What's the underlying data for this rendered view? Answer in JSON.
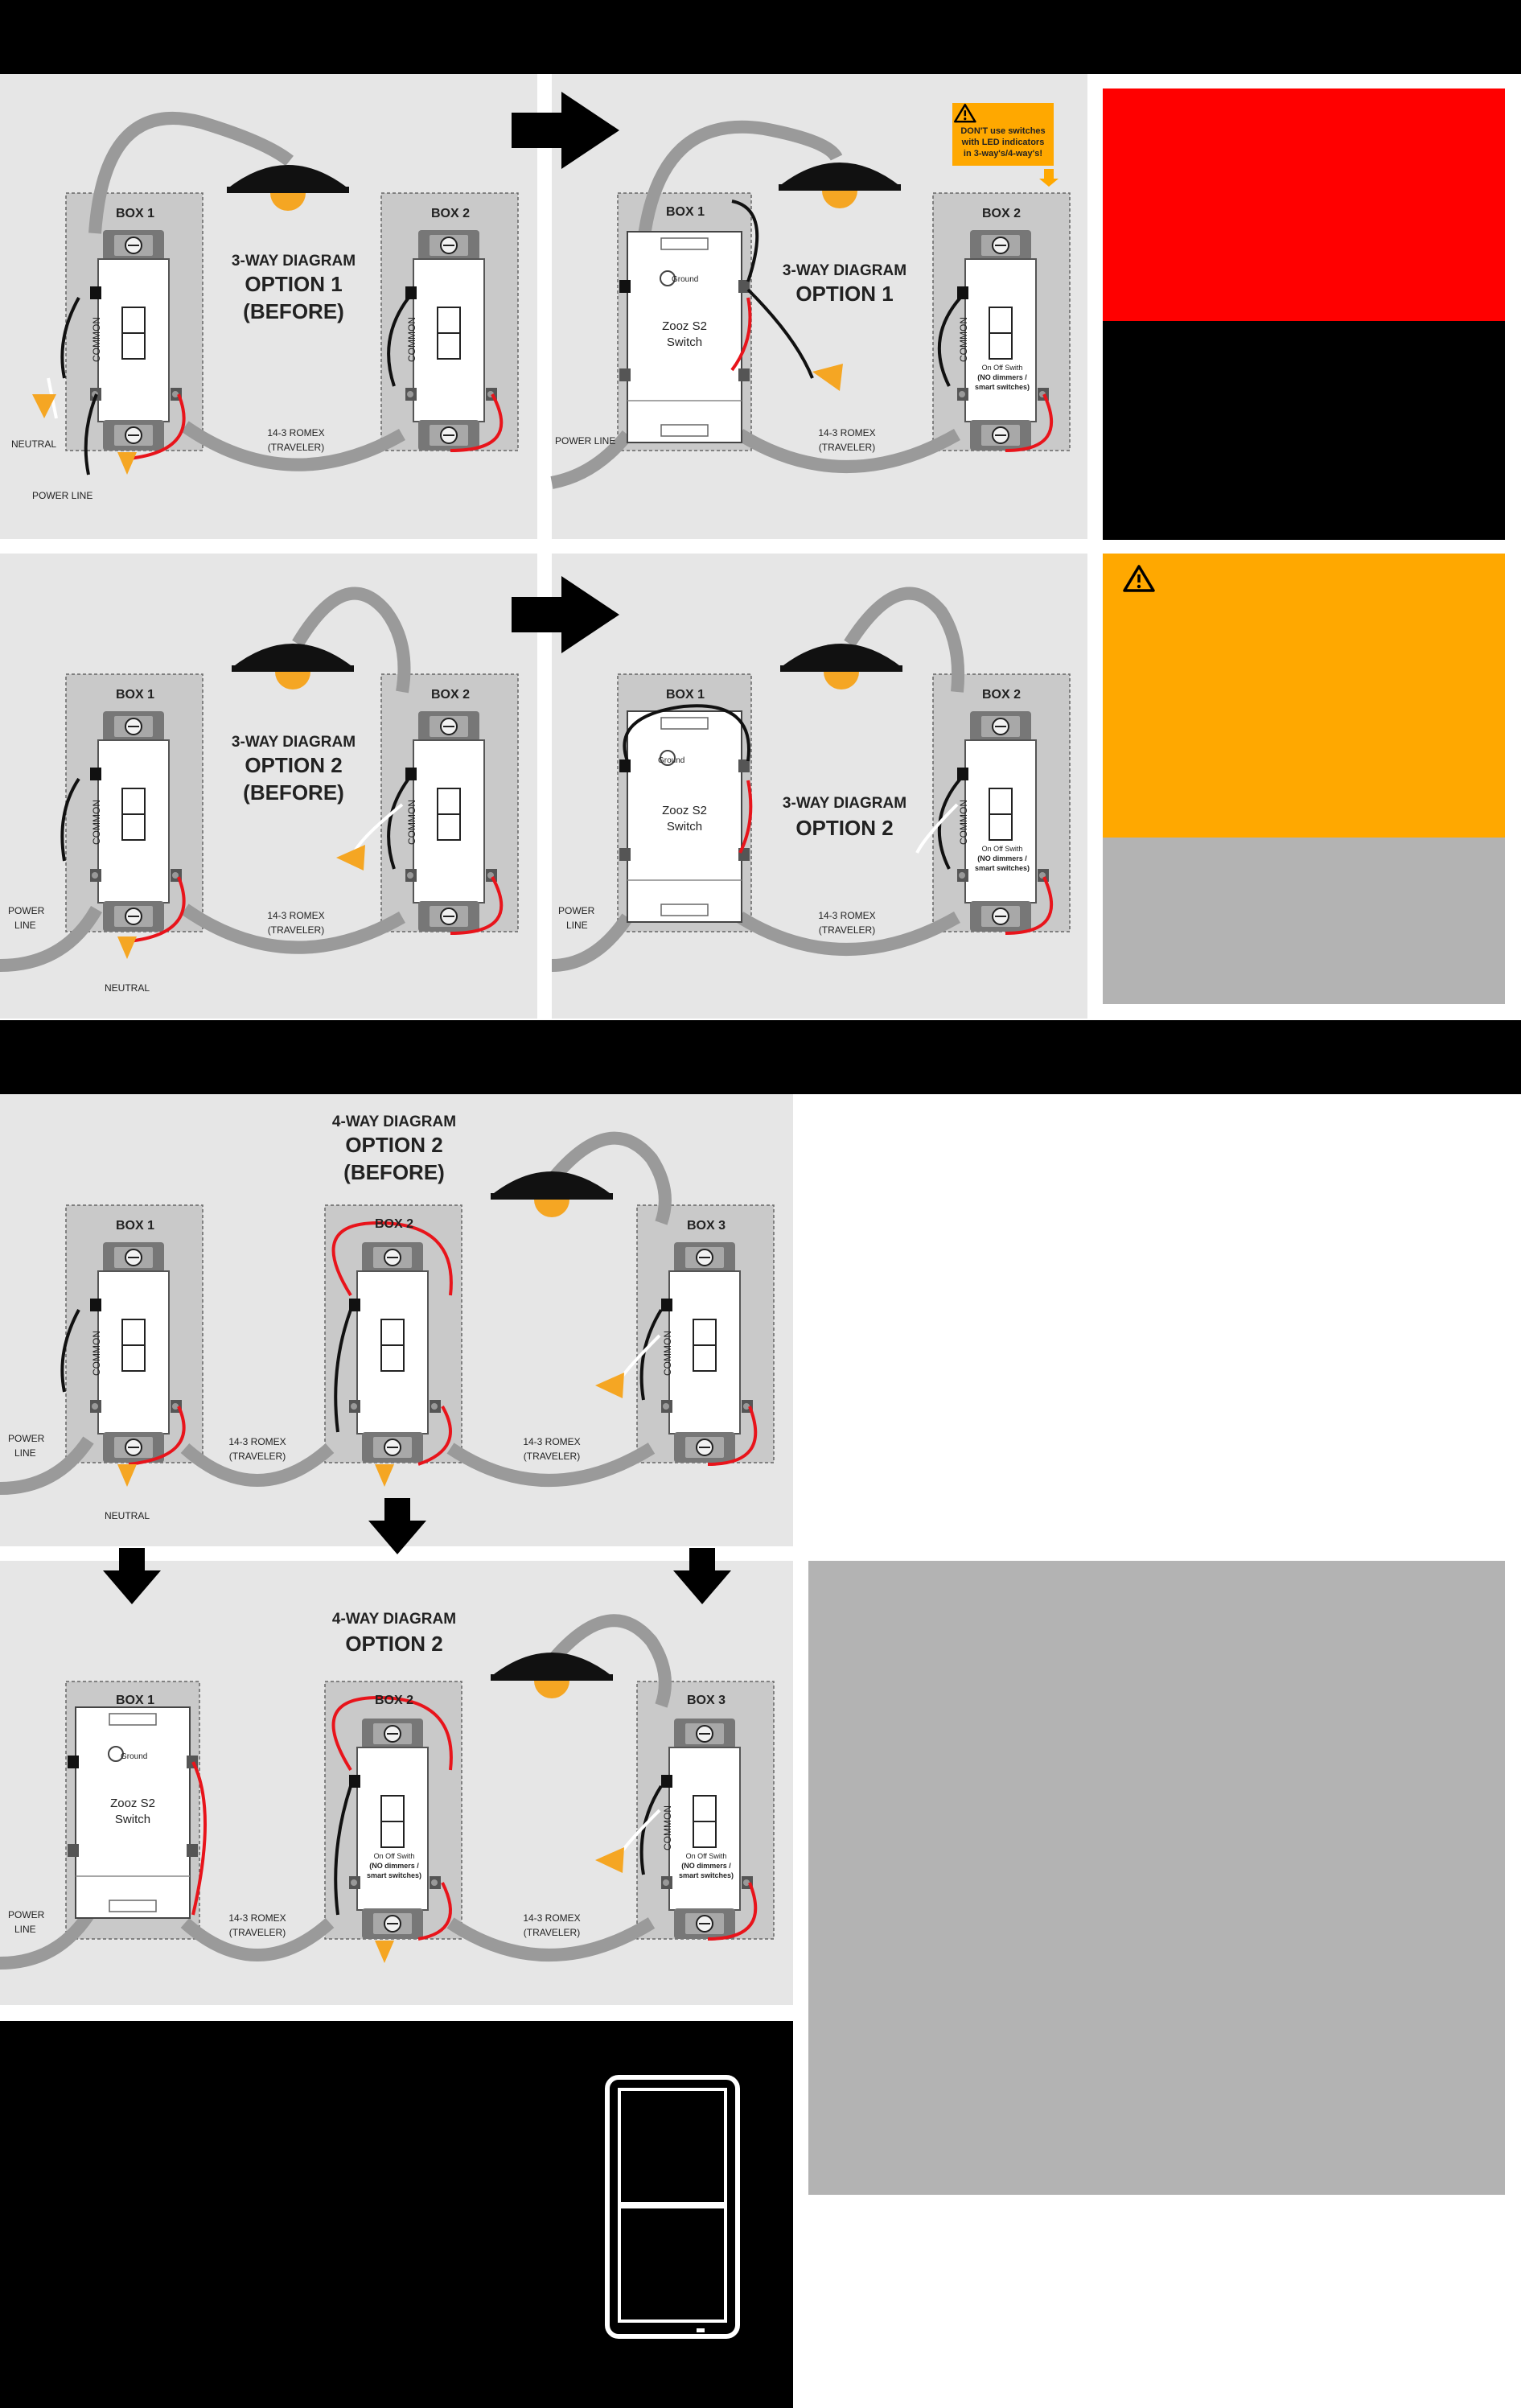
{
  "box_labels": {
    "box1": "BOX 1",
    "box2": "BOX 2",
    "box3": "BOX 3"
  },
  "labels": {
    "neutral": "NEUTRAL",
    "power_line": "POWER  LINE",
    "power_line_inline": "POWER LINE",
    "power": "POWER",
    "line": "LINE",
    "romex": "14-3 ROMEX",
    "traveler": "(TRAVELER)",
    "common": "COMMON",
    "zooz_line1": "Zooz S2",
    "zooz_line2": "Switch",
    "ground": "Ground",
    "onoff": "On Off Swith",
    "no_dimmers": "(NO dimmers /",
    "smart_switches": "smart switches)"
  },
  "warning_callout": {
    "line1": "DON'T use switches",
    "line2": "with LED indicators",
    "line3": "in 3-way's/4-way's!"
  },
  "panels": {
    "p1": {
      "title1": "3-WAY DIAGRAM",
      "title2": "OPTION 1",
      "title3": "(BEFORE)"
    },
    "p2": {
      "title1": "3-WAY DIAGRAM",
      "title2": "OPTION 1"
    },
    "p3": {
      "title1": "3-WAY DIAGRAM",
      "title2": "OPTION 2",
      "title3": "(BEFORE)"
    },
    "p4": {
      "title1": "3-WAY DIAGRAM",
      "title2": "OPTION 2"
    },
    "p5": {
      "title1": "4-WAY DIAGRAM",
      "title2": "OPTION 2",
      "title3": "(BEFORE)"
    },
    "p6": {
      "title1": "4-WAY DIAGRAM",
      "title2": "OPTION 2"
    }
  },
  "colors": {
    "bar": "#000000",
    "panel_bg": "#e6e6e6",
    "box_fill": "#c9c9c9",
    "wire_gray": "#9a9a9a",
    "wire_red": "#e8141b",
    "wire_black": "#111111",
    "wire_white": "#ffffff",
    "wire_nut": "#f5a623",
    "warning_orange": "#ffa800",
    "alert_red": "#ff0000",
    "side_gray": "#b3b3b3"
  }
}
